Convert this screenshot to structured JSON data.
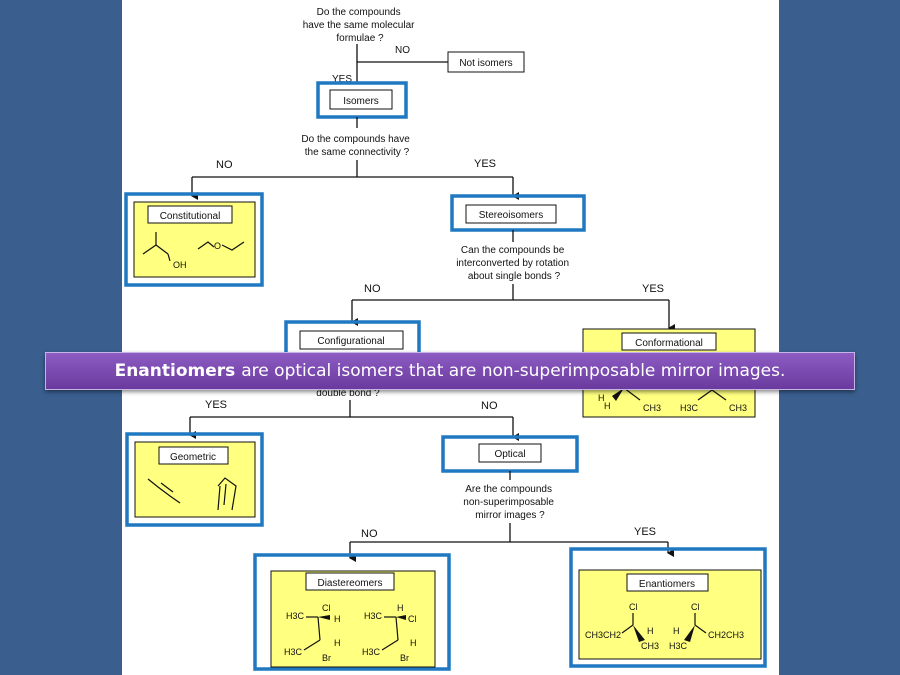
{
  "diagram": {
    "questions": {
      "q1": [
        "Do the compounds",
        "have the same molecular",
        "formulae ?"
      ],
      "q2": [
        "Do the compounds have",
        "the same connectivity ?"
      ],
      "q3": [
        "Can the compounds be",
        "interconverted by rotation",
        "about single bonds ?"
      ],
      "q4_fragment": "double bond ?",
      "q5": [
        "Are the compounds",
        "non-superimposable",
        "mirror images ?"
      ]
    },
    "answers": {
      "q1_no": "NO",
      "q1_yes": "YES",
      "q2_no": "NO",
      "q2_yes": "YES",
      "q3_no": "NO",
      "q3_yes": "YES",
      "q4_yes": "YES",
      "q4_no": "NO",
      "q5_no": "NO",
      "q5_yes": "YES"
    },
    "boxes": {
      "not_isomers": "Not isomers",
      "isomers": "Isomers",
      "constitutional": "Constitutional",
      "stereoisomers": "Stereoisomers",
      "configurational": "Configurational",
      "conformational": "Conformational",
      "geometric": "Geometric",
      "optical": "Optical",
      "diastereomers": "Diastereomers",
      "enantiomers": "Enantiomers"
    },
    "chem": {
      "oh": "OH",
      "o": "O",
      "h": "H",
      "ch3": "CH3",
      "h3c": "H3C",
      "cl": "Cl",
      "br": "Br",
      "ch3ch2": "CH3CH2",
      "ch2ch3": "CH2CH3"
    }
  },
  "banner": {
    "term": "Enantiomers",
    "text": "are optical isomers that are non-superimposable mirror images."
  },
  "colors": {
    "background": "#3a5f8f",
    "highlight": "#1f78c1",
    "box_fill": "#ffff80",
    "banner": "#7a4ab0"
  }
}
